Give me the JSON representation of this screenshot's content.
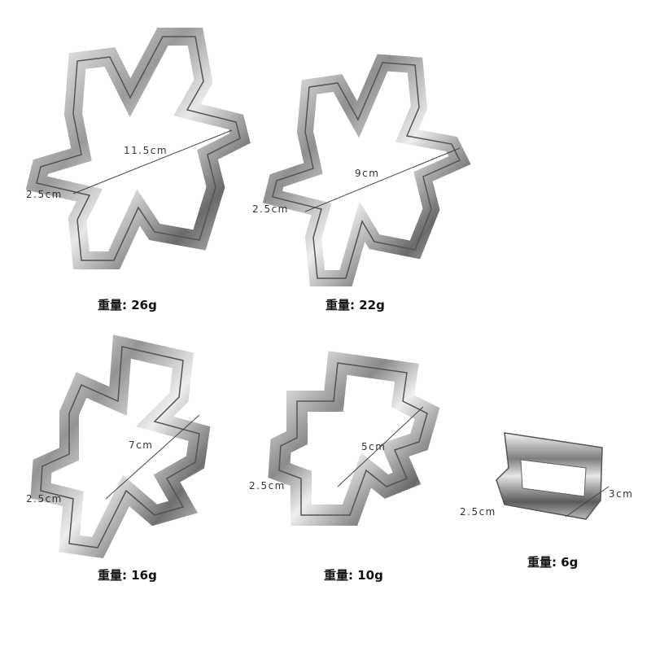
{
  "items": [
    {
      "diameter": "11.5cm",
      "depth": "2.5cm",
      "weight_label": "重量:",
      "weight_value": "26g"
    },
    {
      "diameter": "9cm",
      "depth": "2.5cm",
      "weight_label": "重量:",
      "weight_value": "22g"
    },
    {
      "diameter": "7cm",
      "depth": "2.5cm",
      "weight_label": "重量:",
      "weight_value": "16g"
    },
    {
      "diameter": "5cm",
      "depth": "2.5cm",
      "weight_label": "重量:",
      "weight_value": "10g"
    },
    {
      "diameter": "3cm",
      "depth": "2.5cm",
      "weight_label": "重量:",
      "weight_value": "6g"
    }
  ],
  "colors": {
    "steel_light": "#f2f2f2",
    "steel_dark": "#6e6e6e",
    "background": "#ffffff"
  },
  "icon_names": [
    "snowflake-cookie-cutter",
    "square-cookie-cutter"
  ]
}
